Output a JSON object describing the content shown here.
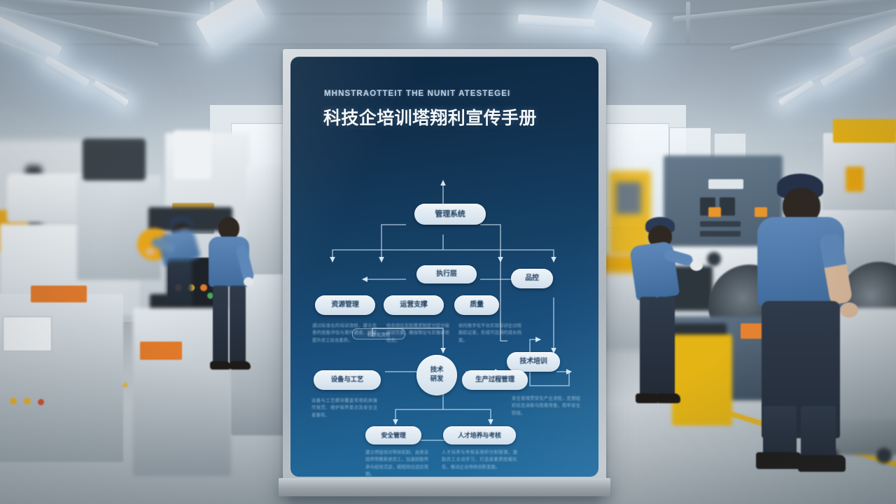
{
  "scene": {
    "setting": "industrial-factory-floor",
    "floor_marking_color": "#e6b31e",
    "worker_shirt_color": "#4f7aad",
    "machine_body_color": "#cfd6da",
    "accent_equipment_color": "#e8b007",
    "workers": [
      {
        "name": "worker-foreground-right",
        "pose": "standing-operating-machine"
      },
      {
        "name": "worker-middle-right",
        "pose": "bent-over-workpiece"
      },
      {
        "name": "worker-left-aisle",
        "pose": "standing-at-press"
      },
      {
        "name": "worker-background-left",
        "pose": "leaning-over-machine"
      }
    ]
  },
  "poster": {
    "eyebrow": "MHNSTRAOTTEIT THE NUNIT ATESTEGEI",
    "title": "科技企培训塔翔利宣传手册",
    "background_top_color": "#0d2741",
    "background_bottom_color": "#226ea2",
    "node_fill_color": "#e8f1f8",
    "node_text_color": "#1b3c5e"
  },
  "chart_data": {
    "type": "diagram",
    "title": "科技企培训塔翔利宣传手册",
    "layout": "top-down-flowchart",
    "nodes": [
      {
        "id": "n1",
        "label": "管理系统",
        "shape": "pill",
        "row": 1
      },
      {
        "id": "n2",
        "label": "执行层",
        "shape": "pill",
        "row": 2
      },
      {
        "id": "n3",
        "label": "资源管理",
        "shape": "pill",
        "row": 3
      },
      {
        "id": "n4",
        "label": "运营支撑",
        "shape": "pill",
        "row": 3
      },
      {
        "id": "n5",
        "label": "质量",
        "shape": "pill",
        "row": 3
      },
      {
        "id": "n6",
        "label": "品控",
        "shape": "pill",
        "row": 3,
        "column": "right"
      },
      {
        "id": "n7",
        "label": "技术培训",
        "shape": "pill",
        "row": 4,
        "column": "right"
      },
      {
        "id": "n8",
        "label": "设备与工艺",
        "shape": "pill",
        "row": 5
      },
      {
        "id": "n9",
        "label": "技术\n研发",
        "shape": "circle",
        "row": 5
      },
      {
        "id": "n10",
        "label": "生产过程管理",
        "shape": "pill",
        "row": 5
      },
      {
        "id": "n11",
        "label": "安全管理",
        "shape": "pill",
        "row": 6
      },
      {
        "id": "n12",
        "label": "人才培养与考核",
        "shape": "pill",
        "row": 6
      }
    ],
    "tag_label": "标准化流程",
    "edges": [
      {
        "from": "n2",
        "to": "n1"
      },
      {
        "from": "n2",
        "to": "n3"
      },
      {
        "from": "n2",
        "to": "n4"
      },
      {
        "from": "n2",
        "to": "n5"
      },
      {
        "from": "n2",
        "to": "n6"
      },
      {
        "from": "n4",
        "to": "n3"
      },
      {
        "from": "n4",
        "to": "n5"
      },
      {
        "from": "n6",
        "to": "n7"
      },
      {
        "from": "n8",
        "to": "n9"
      },
      {
        "from": "n9",
        "to": "n10"
      },
      {
        "from": "n9",
        "to": "n11"
      },
      {
        "from": "n9",
        "to": "n12"
      },
      {
        "from": "n10",
        "to": "n7"
      }
    ],
    "annotations": [
      {
        "id": "a1",
        "text": "通过标准化的培训流程，建立完善的技能评估与晋升通道，持续提升员工综合素养。"
      },
      {
        "id": "a2",
        "text": "结合岗位实际需求制定分层分级培训方案，确保理论与实操紧密结合。"
      },
      {
        "id": "a3",
        "text": "依托数字化平台实现培训全过程跟踪记录，形成可追溯的成长档案。"
      },
      {
        "id": "a4",
        "text": "设备与工艺模块覆盖常用机床操作规范、维护保养要点及安全注意事项。"
      },
      {
        "id": "a5",
        "text": "安全管理贯穿生产全流程，定期组织应急演练与隐患排查，筑牢安全防线。"
      },
      {
        "id": "a6",
        "text": "人才培养与考核采用积分制管理，激励员工主动学习，打造高素质技能队伍，推动企业持续创新发展。"
      },
      {
        "id": "a7",
        "text": "建立师徒结对帮扶机制，由资深技师带教新进员工，加速技能传承与经验沉淀，缩短岗位适应周期。"
      }
    ]
  }
}
